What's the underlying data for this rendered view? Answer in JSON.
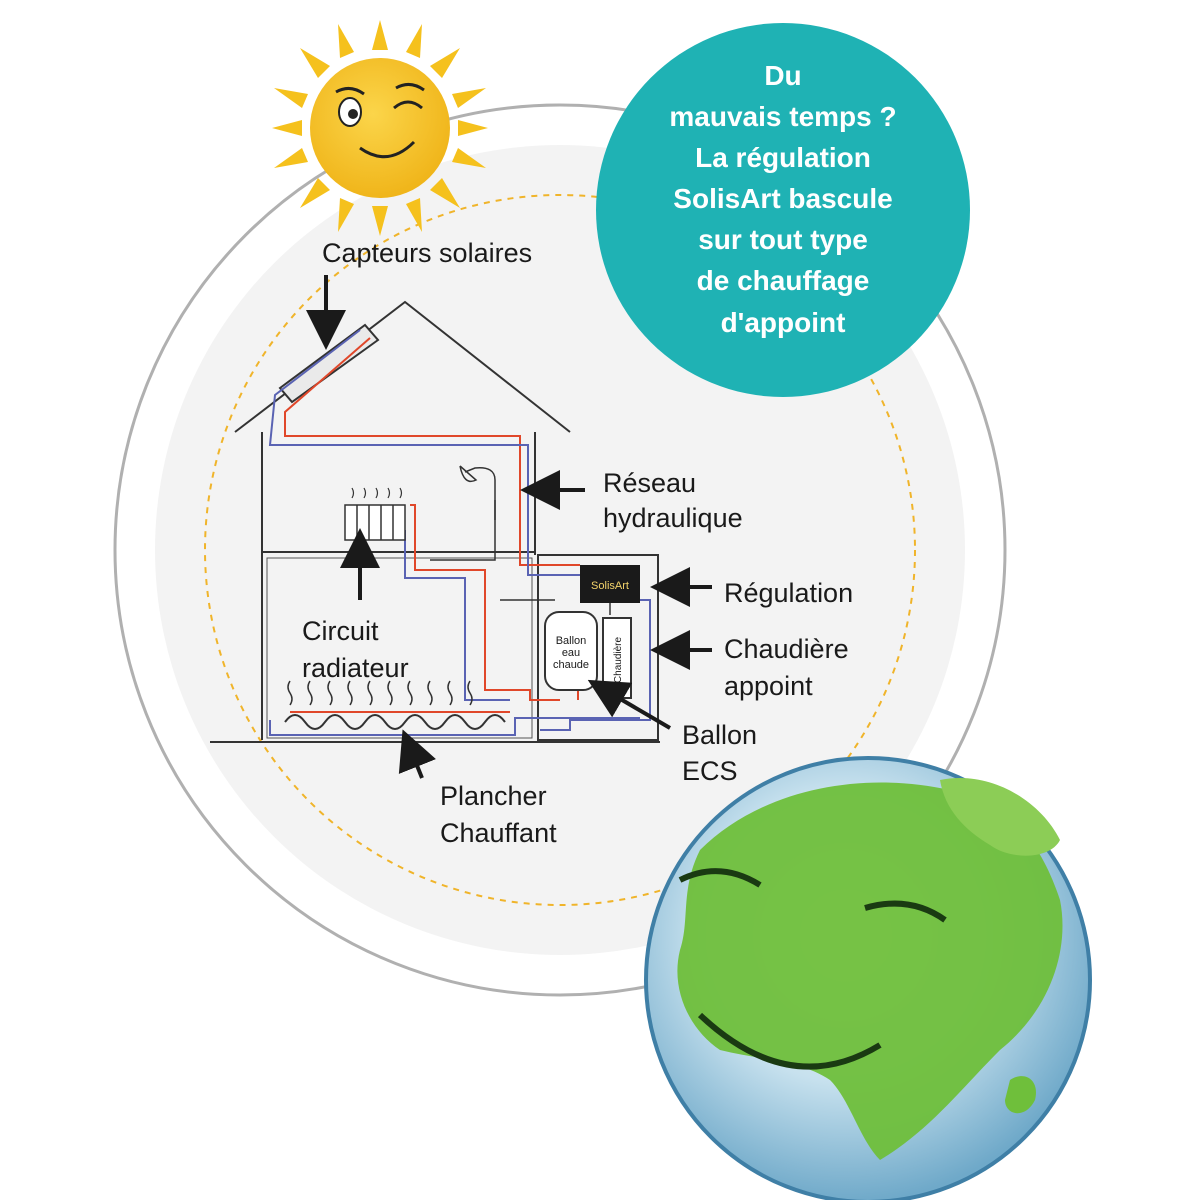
{
  "labels": {
    "capteurs": "Capteurs solaires",
    "reseau_line1": "Réseau",
    "reseau_line2": "hydraulique",
    "regulation": "Régulation",
    "chaudiere_line1": "Chaudière",
    "chaudiere_line2": "appoint",
    "circuit_line1": "Circuit",
    "circuit_line2": "radiateur",
    "ballon_ecs_line1": "Ballon",
    "ballon_ecs_line2": "ECS",
    "plancher_line1": "Plancher",
    "plancher_line2": "Chauffant"
  },
  "bubble": {
    "lines": [
      "Du",
      "mauvais temps ?",
      "La régulation",
      "SolisArt bascule",
      "sur tout type",
      "de chauffage",
      "d'appoint"
    ]
  },
  "inner_labels": {
    "ballon_line1": "Ballon",
    "ballon_line2": "eau",
    "ballon_line3": "chaude",
    "chaudiere": "Chaudière",
    "brand": "SolisArt"
  },
  "colors": {
    "bubble": "#1fb2b4",
    "sun": "#f5c11d",
    "hot_pipe": "#e0472a",
    "cold_pipe": "#5a63b3",
    "dashed_circle": "#f0b42a",
    "earth_green": "#6fbf3b",
    "earth_ocean": "#a8cfe2"
  }
}
